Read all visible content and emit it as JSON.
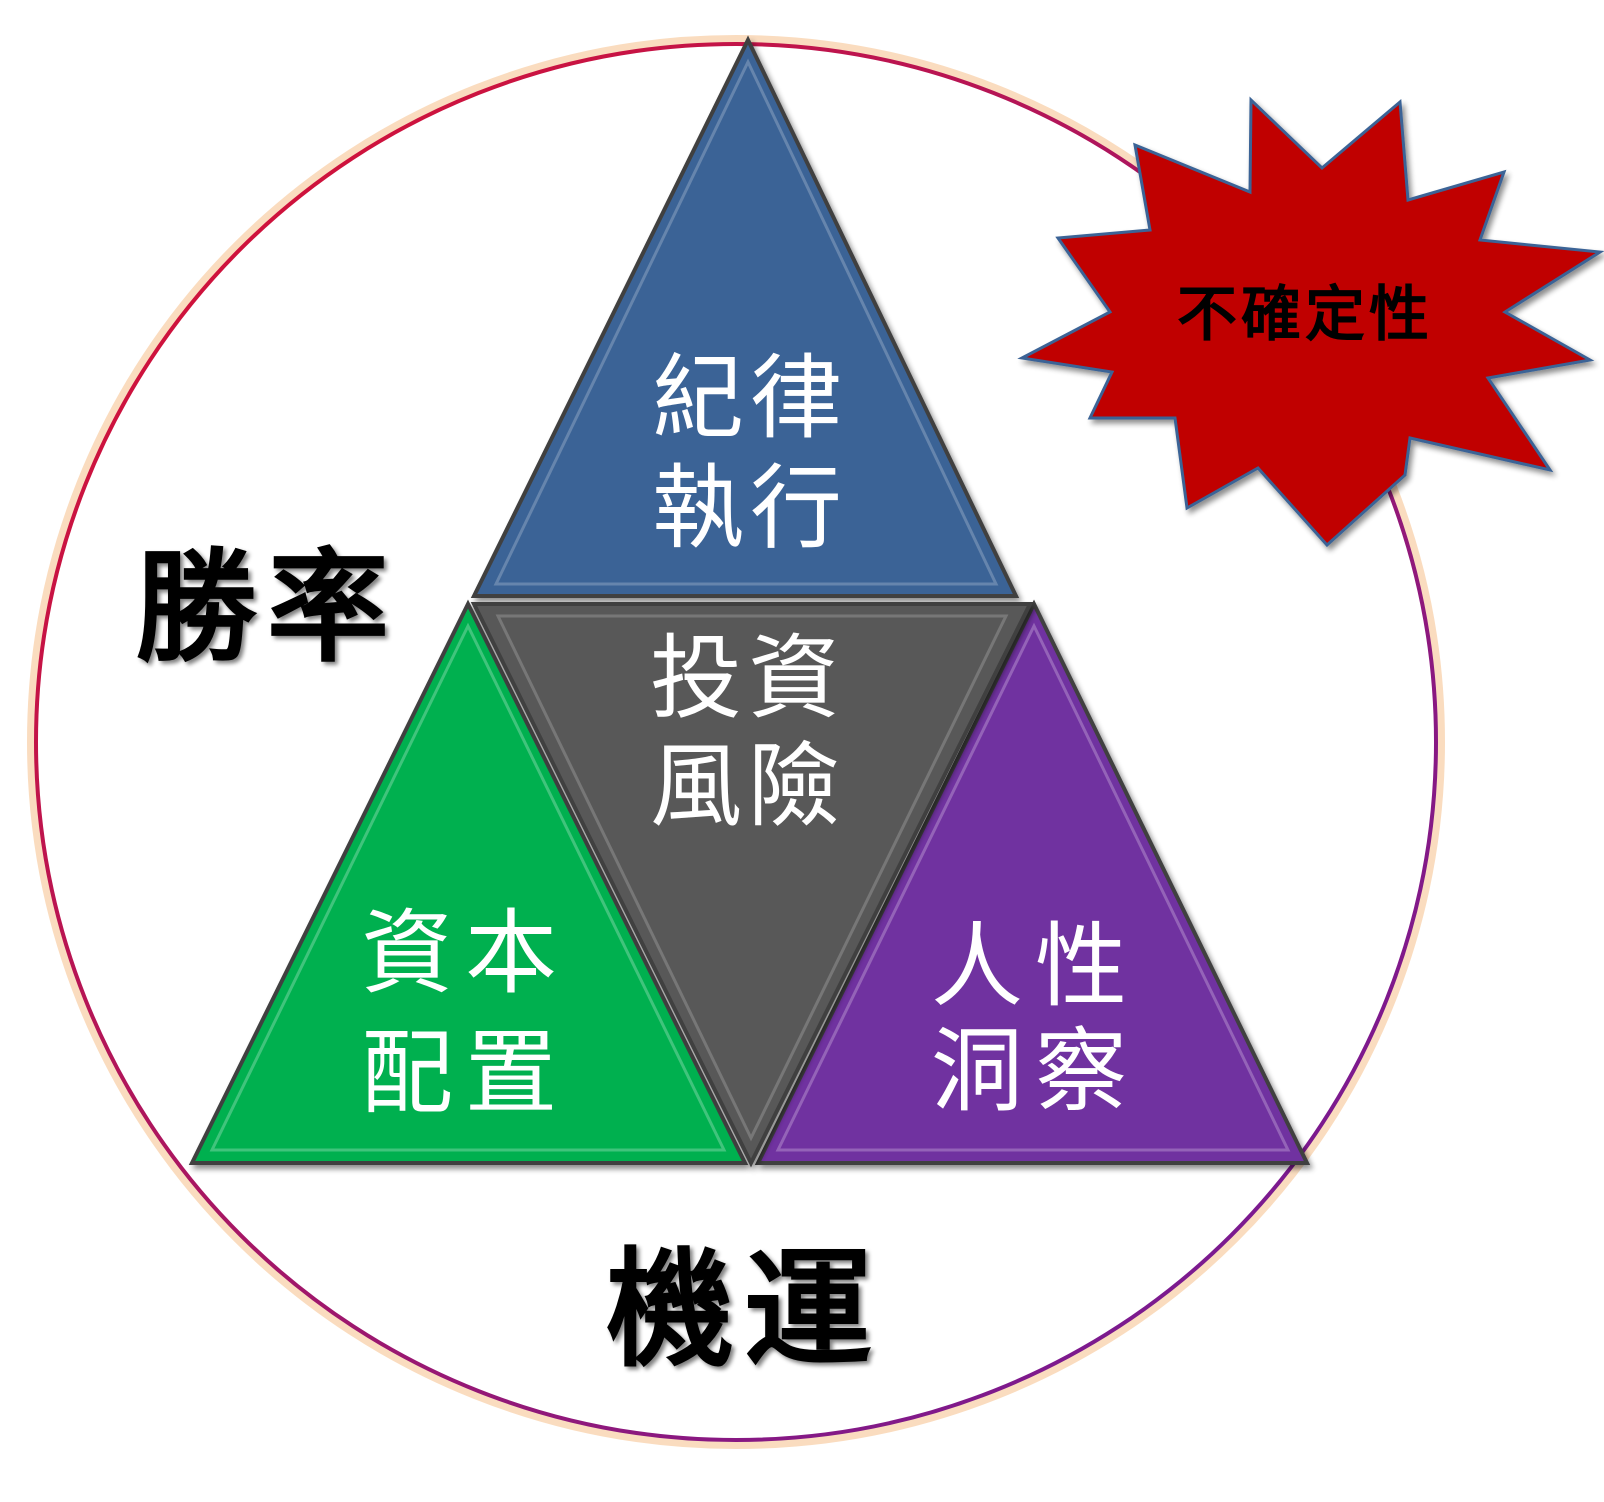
{
  "diagram": {
    "outer_label_win_rate": "勝率",
    "outer_label_luck": "機運",
    "uncertainty_label": "不確定性",
    "triangles": {
      "top": {
        "line1": "紀律",
        "line2": "執行",
        "color": "#3B6396"
      },
      "center": {
        "line1": "投資",
        "line2": "風險",
        "color": "#595959"
      },
      "left": {
        "line1": "資本",
        "line2": "配置",
        "color": "#00B050"
      },
      "right": {
        "line1": "人性",
        "line2": "洞察",
        "color": "#7030A0"
      }
    },
    "colors": {
      "starburst": "#C00000",
      "circle_stroke_start": "#E0112B",
      "circle_stroke_end": "#6A1BA0",
      "circle_glow": "#F6C08A"
    }
  }
}
